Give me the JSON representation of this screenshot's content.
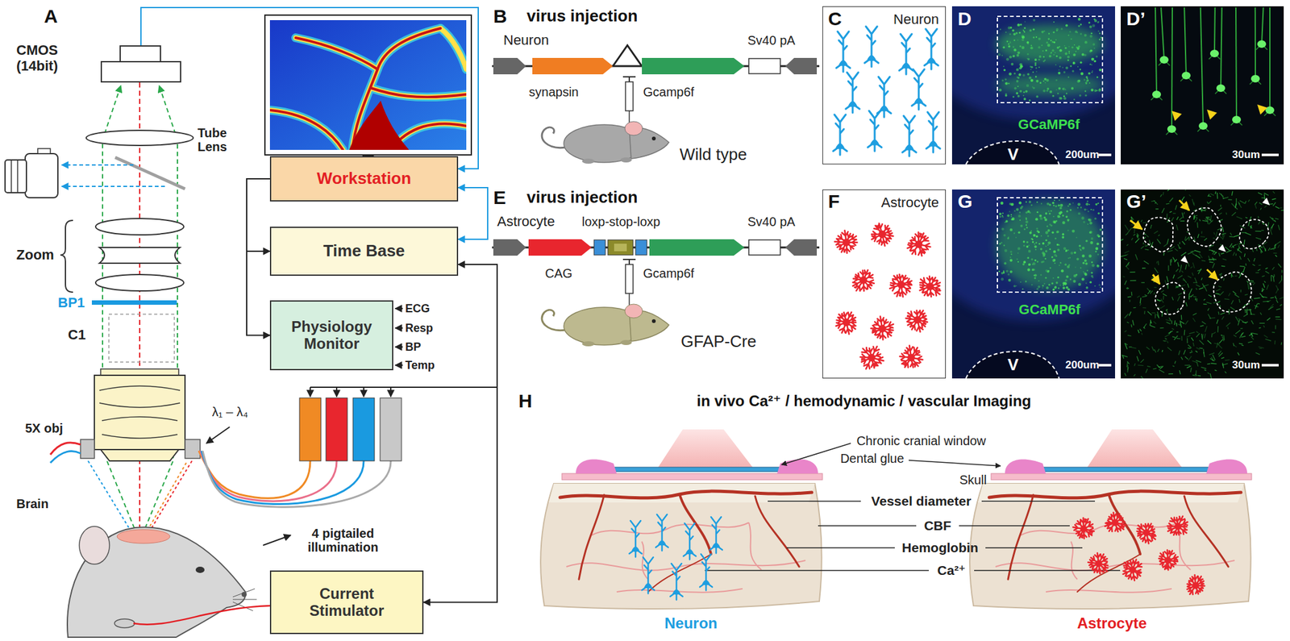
{
  "diagram": {
    "nodes": [
      {
        "text": [
          "CMOS (14bit)"
        ]
      },
      {
        "text": [
          "Workstation"
        ]
      },
      {
        "text": [
          "Time Base"
        ]
      },
      {
        "text": [
          "Physiology Monitor"
        ]
      },
      {
        "text": [
          "Current Stimulator"
        ]
      },
      {
        "text": [
          "Neuron"
        ]
      },
      {
        "text": [
          "Astrocyte"
        ]
      }
    ],
    "edges": [
      {
        "from": 0,
        "to": 1,
        "arrow": "to"
      },
      {
        "from": 2,
        "to": 1,
        "arrow": "both"
      },
      {
        "from": 1,
        "to": 2,
        "arrow": "to"
      },
      {
        "from": 1,
        "to": 3,
        "arrow": "to"
      },
      {
        "from": 2,
        "to": 4,
        "arrow": "both"
      }
    ],
    "labels": [
      "A",
      "Tube Lens",
      "Zoom",
      "BP1",
      "C1",
      "5X obj",
      "Brain",
      "λ₁ – λ₄",
      "4 pigtailed illumination",
      "ECG",
      "Resp",
      "BP",
      "Temp",
      "B",
      "virus injection",
      "Neuron",
      "synapsin",
      "Gcamp6f",
      "Sv40 pA",
      "Wild type",
      "C",
      "D",
      "GCaMP6f",
      "200um",
      "V",
      "D’",
      "30um",
      "E",
      "virus injection",
      "Astrocyte",
      "CAG",
      "loxp-stop-loxp",
      "Gcamp6f",
      "Sv40 pA",
      "GFAP-Cre",
      "F",
      "G",
      "GCaMP6f",
      "200um",
      "V",
      "G’",
      "30um",
      "H",
      "in vivo Ca²⁺ / hemodynamic / vascular Imaging",
      "Chronic cranial window",
      "Dental glue",
      "Skull",
      "Vessel diameter",
      "CBF",
      "Hemoglobin",
      "Ca²⁺",
      "Neuron",
      "Astrocyte"
    ]
  }
}
